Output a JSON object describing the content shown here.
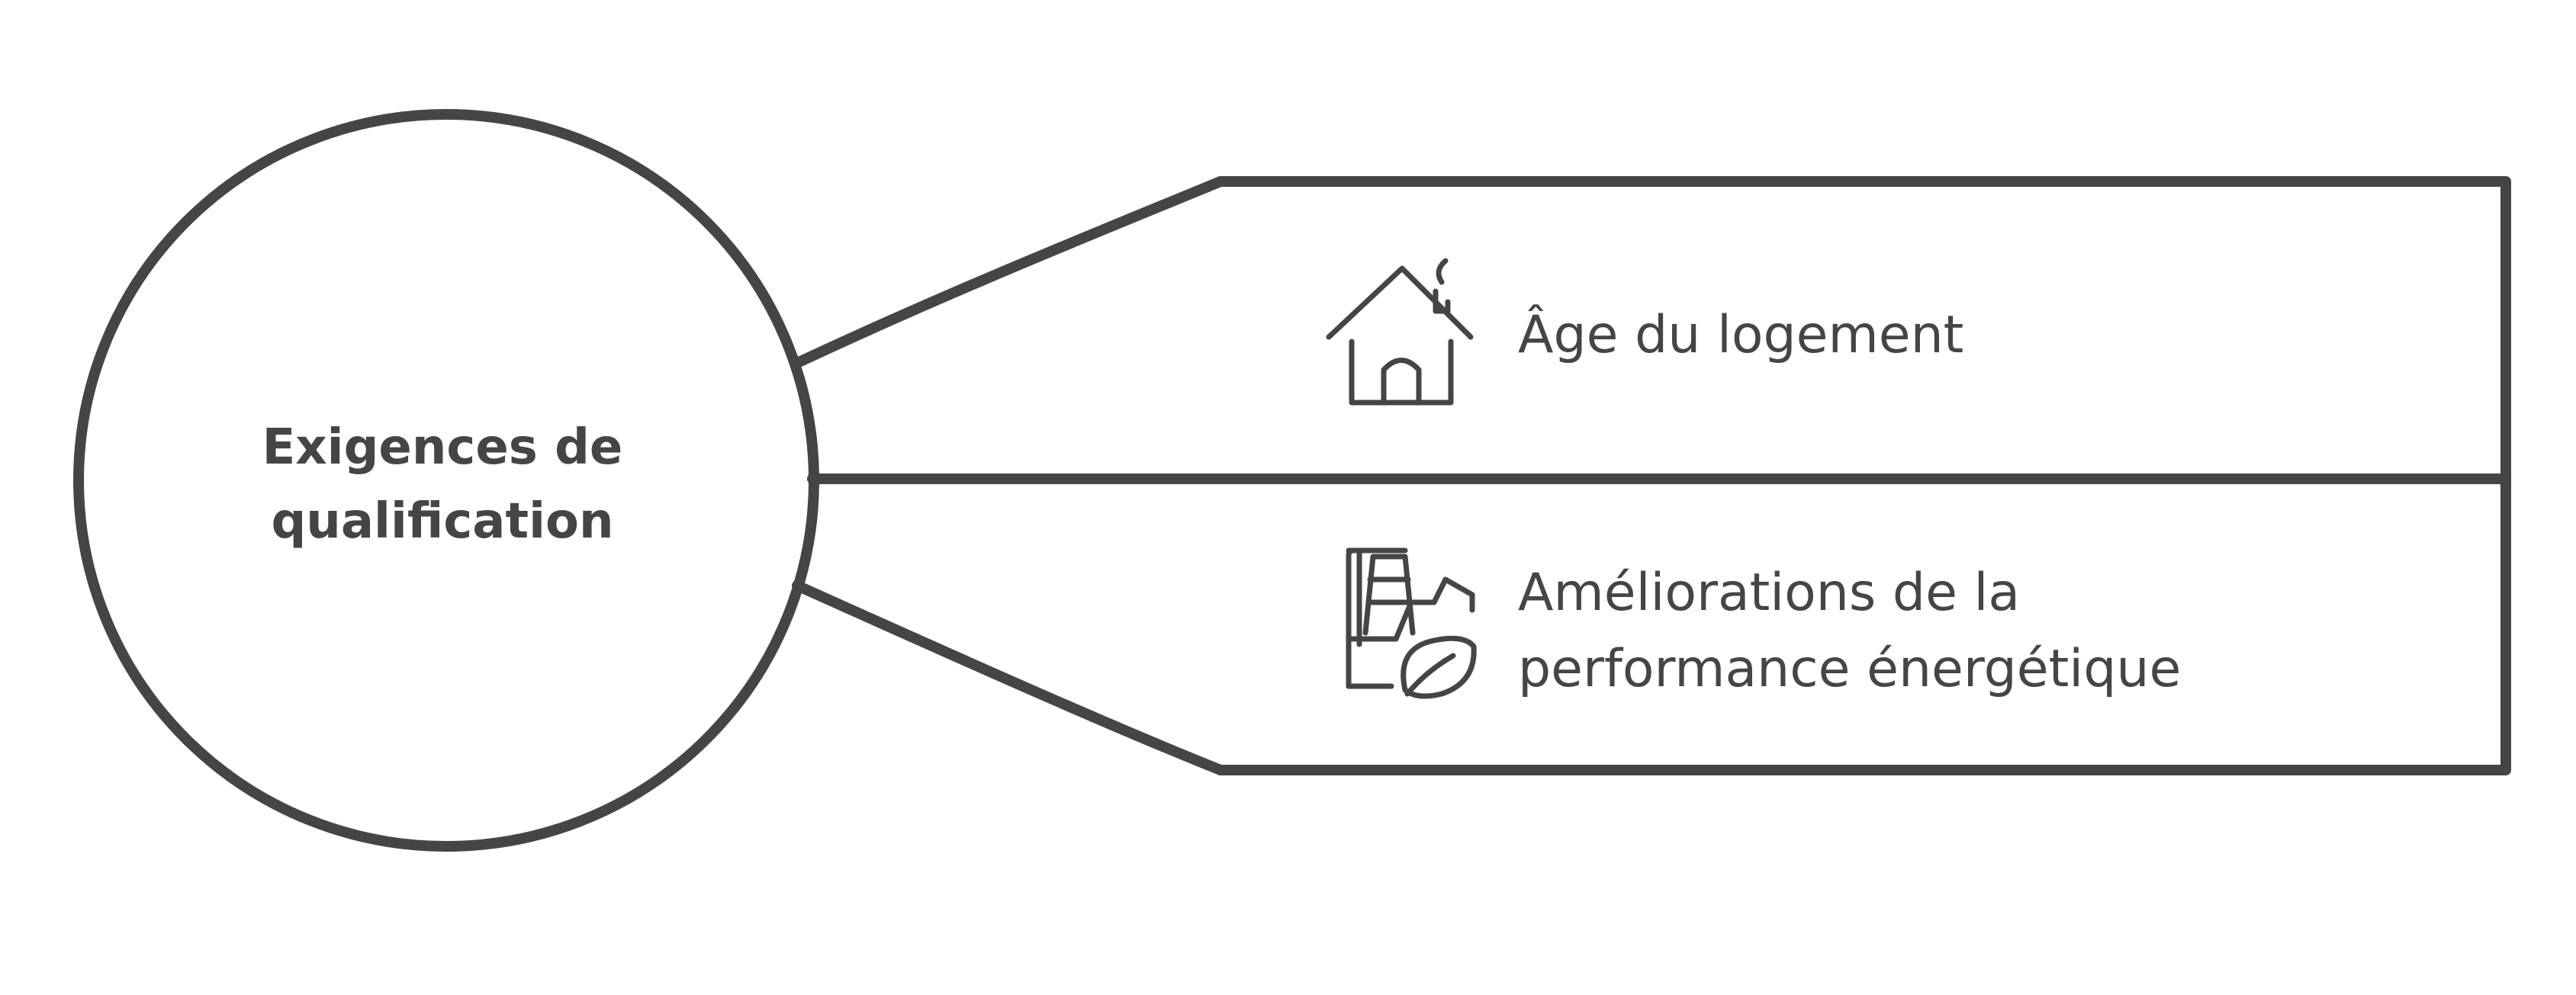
{
  "diagram": {
    "center": {
      "line1": "Exigences de",
      "line2": "qualification"
    },
    "items": [
      {
        "icon": "house-icon",
        "line1": "Âge du logement",
        "line2": ""
      },
      {
        "icon": "factory-leaf-icon",
        "line1": "Améliorations de la",
        "line2": "performance énergétique"
      }
    ],
    "colors": {
      "stroke": "#454545",
      "background": "#ffffff"
    }
  }
}
